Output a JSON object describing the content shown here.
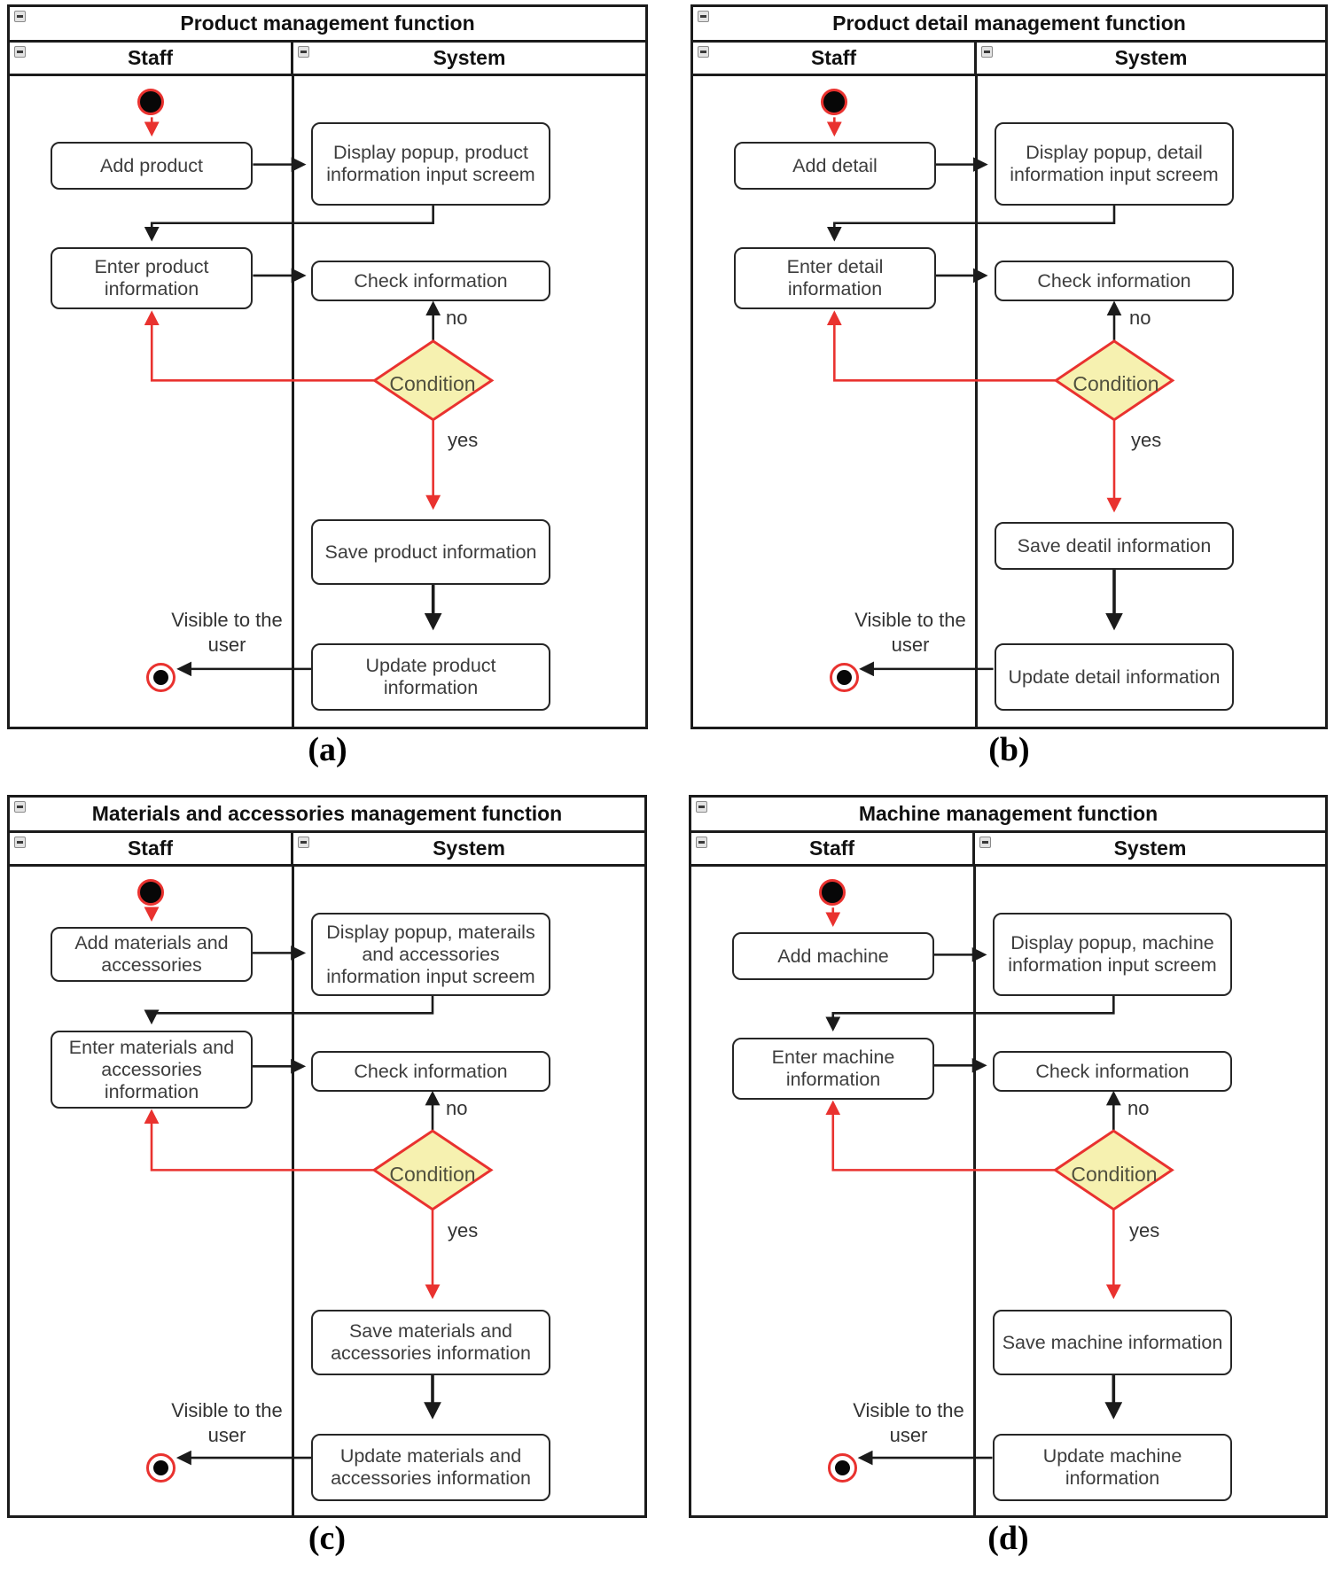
{
  "figure": {
    "type": "uml-activity-swimlane-diagrams",
    "colors": {
      "line": "#1b1b1b",
      "accent_red": "#e9322f",
      "diamond_fill": "#f6f1b0",
      "box_fill": "#ffffff"
    }
  },
  "panels": [
    {
      "caption": "(a)",
      "title": "Product management function",
      "lanes": {
        "staff": "Staff",
        "system": "System"
      },
      "nodes": {
        "add": "Add product",
        "display": "Display popup, product information input screem",
        "enter": "Enter product information",
        "check": "Check information",
        "condition": "Condition",
        "no": "no",
        "yes": "yes",
        "save": "Save product information",
        "update": "Update product information",
        "visible": "Visible to the user"
      }
    },
    {
      "caption": "(b)",
      "title": "Product detail management function",
      "lanes": {
        "staff": "Staff",
        "system": "System"
      },
      "nodes": {
        "add": "Add detail",
        "display": "Display popup, detail information input screem",
        "enter": "Enter detail information",
        "check": "Check information",
        "condition": "Condition",
        "no": "no",
        "yes": "yes",
        "save": "Save deatil information",
        "update": "Update detail information",
        "visible": "Visible to the user"
      }
    },
    {
      "caption": "(c)",
      "title": "Materials and accessories management function",
      "lanes": {
        "staff": "Staff",
        "system": "System"
      },
      "nodes": {
        "add": "Add materials and accessories",
        "display": "Display popup, materails and accessories information input screem",
        "enter": "Enter materials and accessories information",
        "check": "Check information",
        "condition": "Condition",
        "no": "no",
        "yes": "yes",
        "save": "Save materials and accessories information",
        "update": "Update materials and accessories information",
        "visible": "Visible to the user"
      }
    },
    {
      "caption": "(d)",
      "title": "Machine management function",
      "lanes": {
        "staff": "Staff",
        "system": "System"
      },
      "nodes": {
        "add": "Add machine",
        "display": "Display popup, machine information input screem",
        "enter": "Enter machine information",
        "check": "Check information",
        "condition": "Condition",
        "no": "no",
        "yes": "yes",
        "save": "Save machine information",
        "update": "Update machine information",
        "visible": "Visible to the user"
      }
    }
  ]
}
